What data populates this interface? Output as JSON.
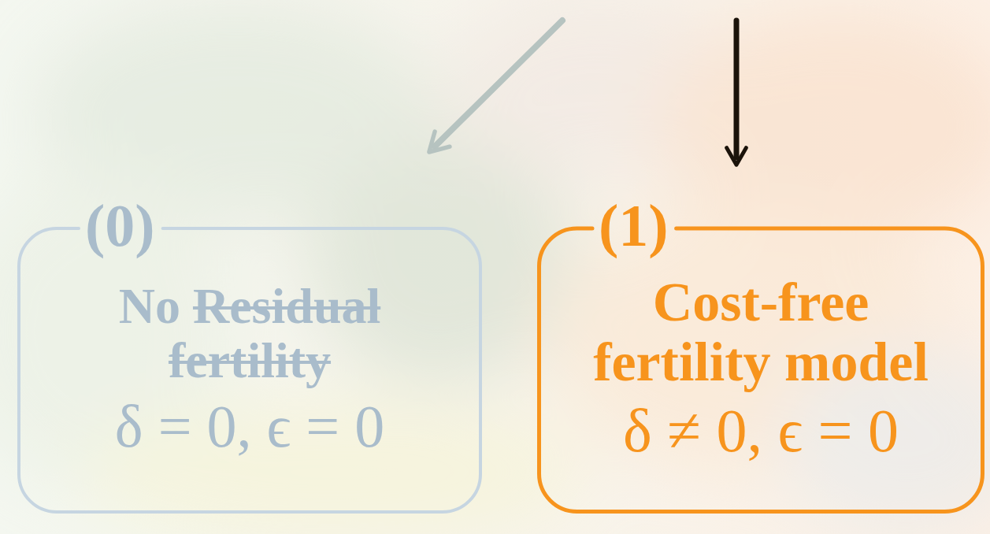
{
  "diagram": {
    "nodes": [
      {
        "text": [
          "(0)",
          "No",
          "Residual fertility",
          "δ = 0, ϵ = 0"
        ]
      },
      {
        "text": [
          "(1)",
          "Cost-free fertility model",
          "δ ≠ 0, ϵ = 0"
        ]
      }
    ]
  }
}
